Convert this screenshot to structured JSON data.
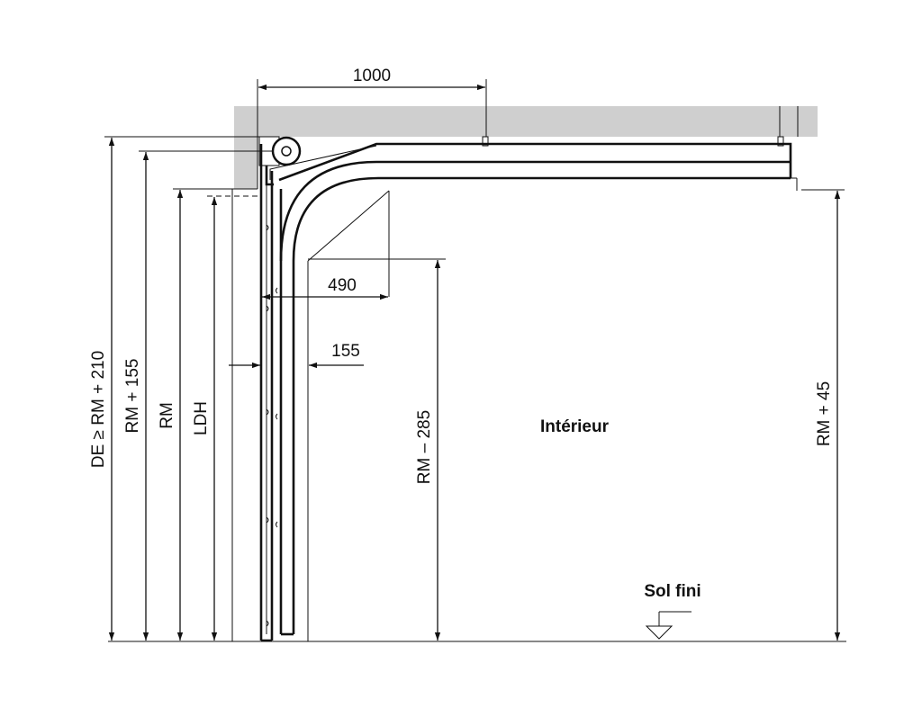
{
  "labels": {
    "dim_1000": "1000",
    "dim_490": "490",
    "dim_155": "155",
    "dim_de": "DE ≥ RM + 210",
    "dim_rm155": "RM + 155",
    "dim_rm": "RM",
    "dim_ldh": "LDH",
    "dim_rm285": "RM – 285",
    "dim_rm45": "RM + 45",
    "interior": "Intérieur",
    "floor": "Sol fini"
  },
  "colors": {
    "ceiling": "#cfcfcf",
    "line": "#111111",
    "background": "#ffffff"
  }
}
